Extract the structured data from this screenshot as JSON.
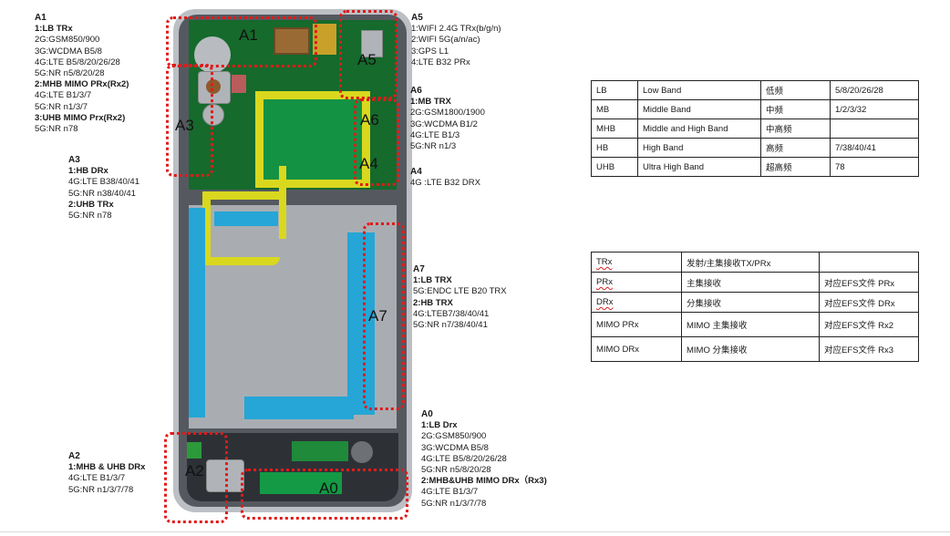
{
  "diagram": {
    "zones": [
      {
        "id": "A1",
        "label": "A1"
      },
      {
        "id": "A2",
        "label": "A2"
      },
      {
        "id": "A3",
        "label": "A3"
      },
      {
        "id": "A4",
        "label": "A4"
      },
      {
        "id": "A5",
        "label": "A5"
      },
      {
        "id": "A6",
        "label": "A6"
      },
      {
        "id": "A7",
        "label": "A7"
      },
      {
        "id": "A0",
        "label": "A0"
      }
    ]
  },
  "notes": {
    "a1": {
      "head": "A1",
      "t1": "1:LB TRx",
      "l": [
        "2G:GSM850/900",
        "3G:WCDMA B5/8",
        "4G:LTE B5/8/20/26/28",
        "5G:NR n5/8/20/28"
      ],
      "t2": "2:MHB MIMO PRx(Rx2)",
      "l2": [
        "4G:LTE B1/3/7",
        "5G:NR n1/3/7"
      ],
      "t3": "3:UHB MIMO Prx(Rx2)",
      "l3": [
        "5G:NR n78"
      ]
    },
    "a3": {
      "head": "A3",
      "t1": "1:HB DRx",
      "l": [
        "4G:LTE B38/40/41",
        "5G:NR n38/40/41"
      ],
      "t2": "2:UHB TRx",
      "l2": [
        "5G:NR n78"
      ]
    },
    "a2": {
      "head": "A2",
      "t1": "1:MHB & UHB DRx",
      "l": [
        "4G:LTE B1/3/7",
        "5G:NR n1/3/7/78"
      ]
    },
    "a5": {
      "head": "A5",
      "l": [
        "1:WIFI 2.4G TRx(b/g/n)",
        "2:WIFI 5G(a/n/ac)",
        "3:GPS L1",
        "4:LTE B32 PRx"
      ]
    },
    "a6": {
      "head": "A6",
      "t1": "1:MB TRX",
      "l": [
        "2G:GSM1800/1900",
        "3G:WCDMA B1/2",
        "4G:LTE B1/3",
        "5G:NR n1/3"
      ]
    },
    "a4": {
      "head": "A4",
      "l": [
        "4G :LTE B32 DRX"
      ]
    },
    "a7": {
      "head": "A7",
      "t1": "1:LB TRX",
      "l": [
        "5G:ENDC  LTE B20 TRX"
      ],
      "t2": "2:HB TRX",
      "l2": [
        "4G:LTEB7/38/40/41",
        "5G:NR n7/38/40/41"
      ]
    },
    "a0": {
      "head": "A0",
      "t1": "1:LB Drx",
      "l": [
        "2G:GSM850/900",
        "3G:WCDMA B5/8",
        "4G:LTE B5/8/20/26/28",
        "5G:NR n5/8/20/28"
      ],
      "t2": "2:MHB&UHB MIMO DRx（Rx3)",
      "l2": [
        "4G:LTE B1/3/7",
        "5G:NR n1/3/7/78"
      ]
    }
  },
  "band_table": {
    "rows": [
      [
        "LB",
        "Low Band",
        "低频",
        "5/8/20/26/28"
      ],
      [
        "MB",
        "Middle Band",
        "中频",
        "1/2/3/32"
      ],
      [
        "MHB",
        "Middle and High Band",
        "中高频",
        ""
      ],
      [
        "HB",
        "High Band",
        "高频",
        "7/38/40/41"
      ],
      [
        "UHB",
        "Ultra High Band",
        "超高频",
        "78"
      ]
    ]
  },
  "term_table": {
    "rows": [
      [
        "TRx",
        "发射/主集接收TX/PRx",
        ""
      ],
      [
        "PRx",
        "主集接收",
        "对应EFS文件 PRx"
      ],
      [
        "DRx",
        "分集接收",
        "对应EFS文件 DRx"
      ],
      [
        "MIMO PRx",
        "MIMO 主集接收",
        "对应EFS文件 Rx2"
      ],
      [
        "MIMO DRx",
        "MIMO 分集接收",
        "对应EFS文件 Rx3"
      ]
    ]
  },
  "colors": {
    "dash": "#e11a1a",
    "pcb": "#156a2c",
    "antenna_flex": "#d9d81e",
    "foam": "#25a6d6"
  }
}
